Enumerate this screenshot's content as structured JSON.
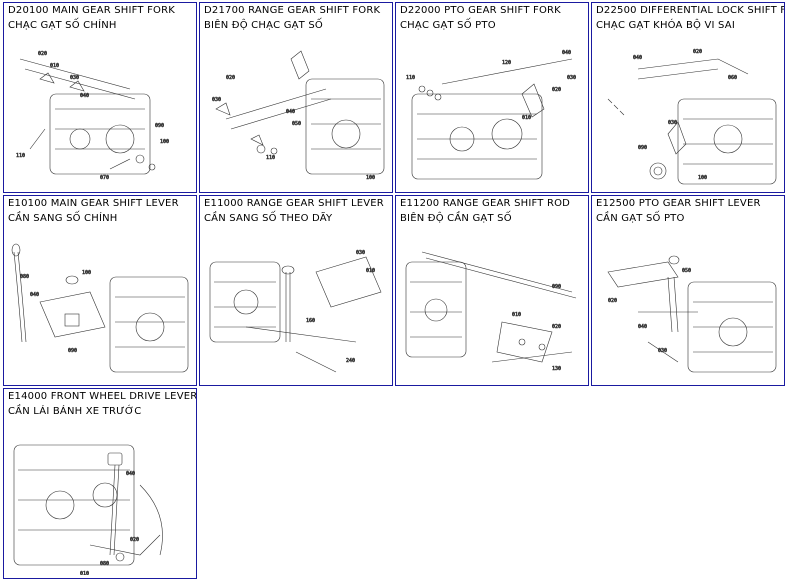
{
  "catalog": {
    "sections": [
      {
        "code": "D20100",
        "name_en": "MAIN GEAR SHIFT FORK",
        "name_vi": "CHẠC GẠT SỐ CHÍNH",
        "diagram_icon": "main-gear-shift-fork-diagram"
      },
      {
        "code": "D21700",
        "name_en": "RANGE GEAR SHIFT FORK",
        "name_vi": "BIÊN ĐỘ CHẠC GẠT SỐ",
        "diagram_icon": "range-gear-shift-fork-diagram"
      },
      {
        "code": "D22000",
        "name_en": "PTO GEAR SHIFT FORK",
        "name_vi": "CHẠC GẠT SỐ PTO",
        "diagram_icon": "pto-gear-shift-fork-diagram"
      },
      {
        "code": "D22500",
        "name_en": "DIFFERENTIAL LOCK SHIFT FOR",
        "name_vi": "CHẠC GẠT KHÓA BỘ VI SAI",
        "diagram_icon": "differential-lock-shift-diagram"
      },
      {
        "code": "E10100",
        "name_en": "MAIN GEAR SHIFT LEVER",
        "name_vi": "CẦN SANG SỐ CHÍNH",
        "diagram_icon": "main-gear-shift-lever-diagram"
      },
      {
        "code": "E11000",
        "name_en": "RANGE GEAR SHIFT LEVER",
        "name_vi": "CẦN SANG SỐ THEO DÃY",
        "diagram_icon": "range-gear-shift-lever-diagram"
      },
      {
        "code": "E11200",
        "name_en": "RANGE GEAR SHIFT ROD",
        "name_vi": "BIÊN ĐỘ CẦN GẠT SỐ",
        "diagram_icon": "range-gear-shift-rod-diagram"
      },
      {
        "code": "E12500",
        "name_en": "PTO GEAR SHIFT LEVER",
        "name_vi": "CẦN GẠT SỐ PTO",
        "diagram_icon": "pto-gear-shift-lever-diagram"
      },
      {
        "code": "E14000",
        "name_en": "FRONT WHEEL DRIVE LEVER",
        "name_vi": "CẦN LÁI BÁNH XE TRƯỚC",
        "diagram_icon": "front-wheel-drive-lever-diagram"
      }
    ]
  },
  "colors": {
    "border": "#1a1aa0",
    "text": "#000000",
    "drawing": "#333333"
  }
}
